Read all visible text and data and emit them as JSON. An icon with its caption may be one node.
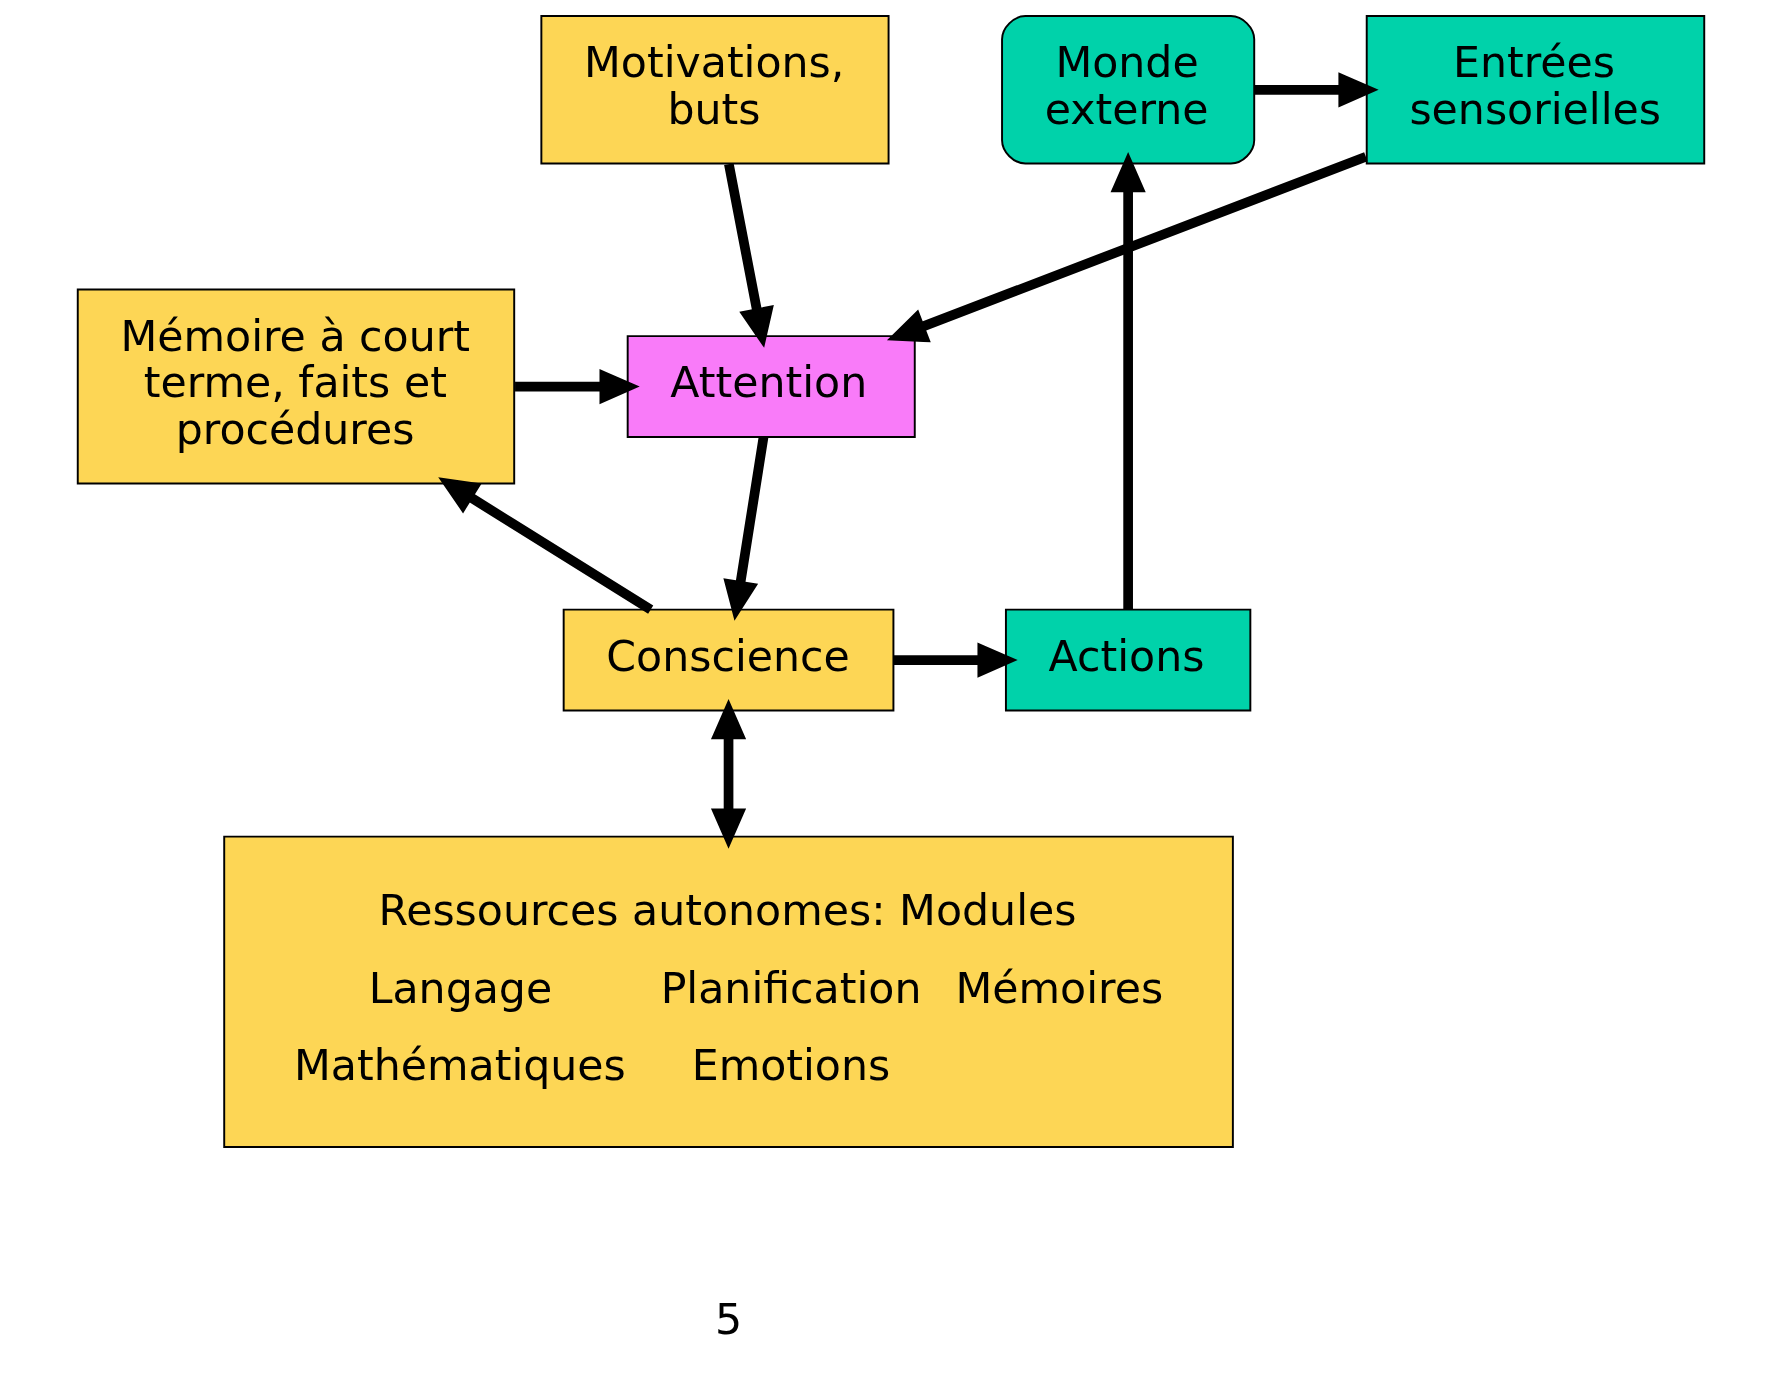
{
  "diagram": {
    "nodes": [
      {
        "text": [
          "Monde externe"
        ]
      },
      {
        "text": [
          "Entrées sensorielles"
        ]
      },
      {
        "text": [
          "Motivations, buts"
        ]
      },
      {
        "text": [
          "Attention"
        ]
      },
      {
        "text": [
          "Mémoire à court terme, faits et procédures"
        ]
      },
      {
        "text": [
          "Actions"
        ]
      },
      {
        "text": [
          "Conscience"
        ]
      },
      {
        "text": [
          "Ressources autonomes: Modules",
          "Langage",
          "Planification",
          "Mémoires",
          "Mathématiques",
          "Emotions"
        ]
      }
    ],
    "edges": [
      {
        "from": 0,
        "to": 1,
        "arrow": "to"
      },
      {
        "from": 1,
        "to": 3,
        "arrow": "to"
      },
      {
        "from": 2,
        "to": 3,
        "arrow": "to"
      },
      {
        "from": 4,
        "to": 3,
        "arrow": "to"
      },
      {
        "from": 3,
        "to": 6,
        "arrow": "to"
      },
      {
        "from": 6,
        "to": 4,
        "arrow": "to"
      },
      {
        "from": 6,
        "to": 5,
        "arrow": "to"
      },
      {
        "from": 5,
        "to": 0,
        "arrow": "to"
      },
      {
        "from": 6,
        "to": 7,
        "arrow": "both"
      }
    ],
    "labels": [
      "5"
    ]
  }
}
